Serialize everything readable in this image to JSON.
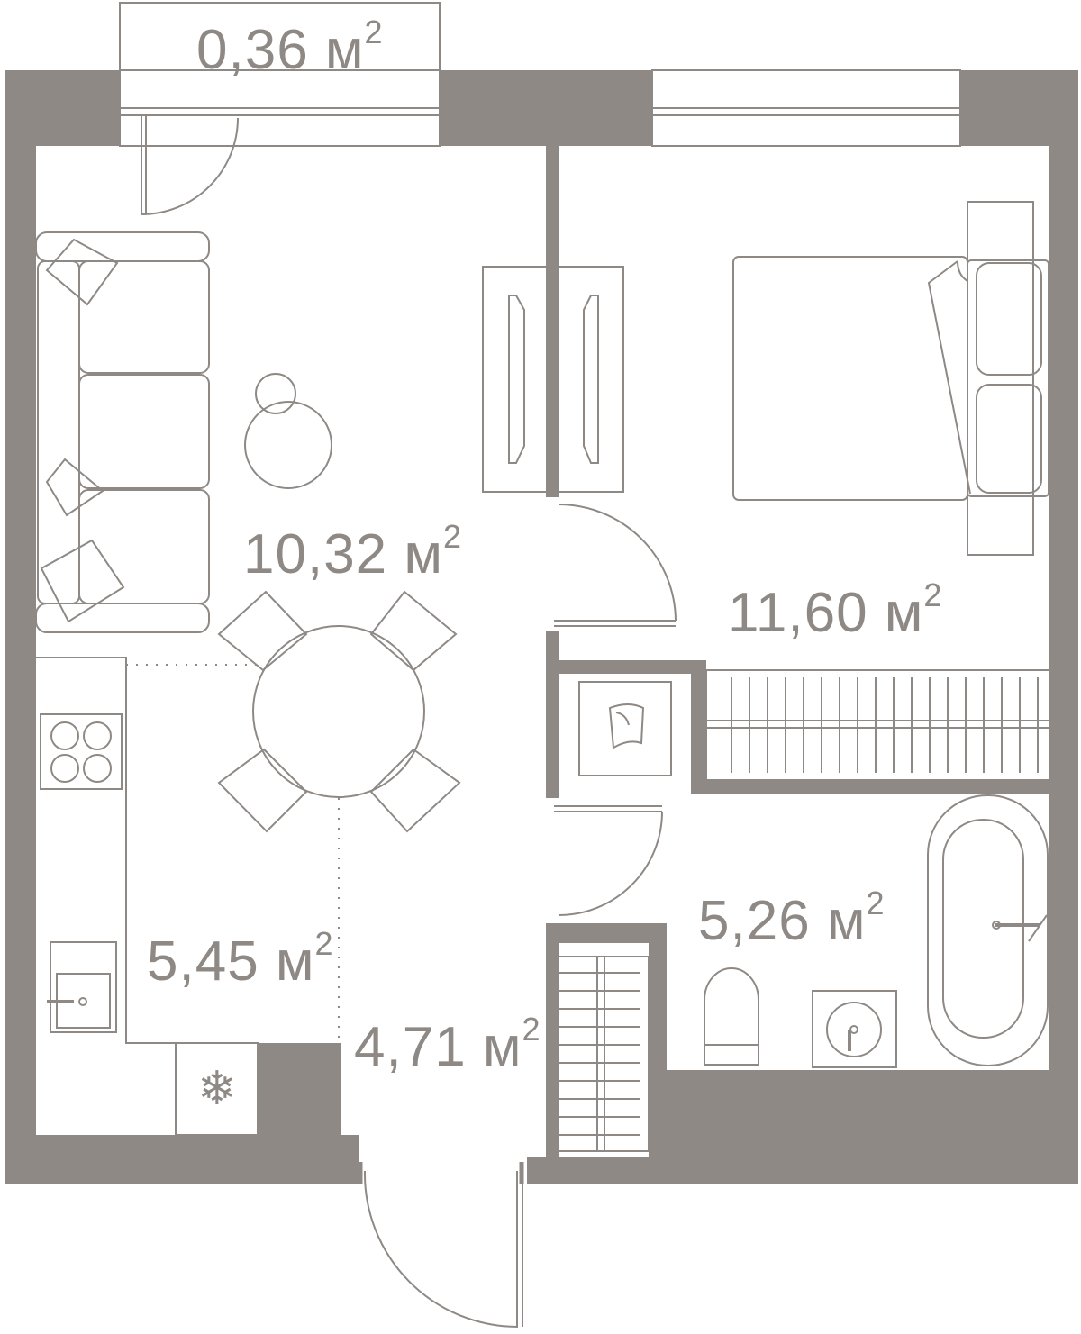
{
  "colors": {
    "wall": "#8e8985",
    "line": "#8e8985",
    "background": "#ffffff"
  },
  "unit": "м",
  "unit_exponent": "2",
  "rooms": {
    "balcony": {
      "area": "0,36"
    },
    "living_room": {
      "area": "10,32"
    },
    "bedroom": {
      "area": "11,60"
    },
    "kitchen": {
      "area": "5,45"
    },
    "hallway": {
      "area": "4,71"
    },
    "bathroom": {
      "area": "5,26"
    }
  },
  "icons": [
    "snowflake-icon"
  ]
}
